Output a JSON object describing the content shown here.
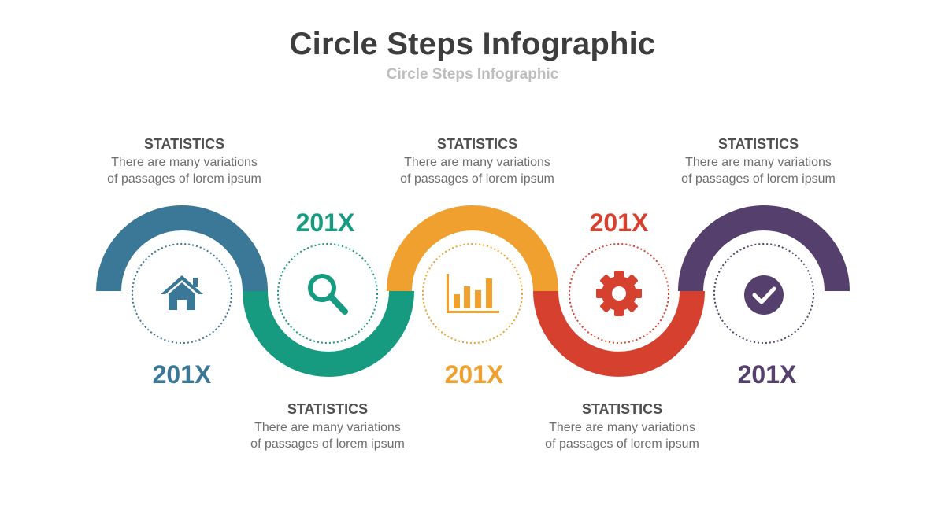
{
  "title": "Circle Steps Infographic",
  "subtitle": "Circle Steps Infographic",
  "colors": {
    "step1": "#3b7796",
    "step2": "#169b80",
    "step3": "#f0a02e",
    "step4": "#d6412f",
    "step5": "#553f6c"
  },
  "steps": [
    {
      "icon": "home-icon",
      "year": "201X",
      "heading": "STATISTICS",
      "line1": "There are many variations",
      "line2": "of passages of lorem ipsum"
    },
    {
      "icon": "search-icon",
      "year": "201X",
      "heading": "STATISTICS",
      "line1": "There are many variations",
      "line2": "of passages of lorem ipsum"
    },
    {
      "icon": "bar-chart-icon",
      "year": "201X",
      "heading": "STATISTICS",
      "line1": "There are many variations",
      "line2": "of passages of lorem ipsum"
    },
    {
      "icon": "gear-icon",
      "year": "201X",
      "heading": "STATISTICS",
      "line1": "There are many variations",
      "line2": "of passages of lorem ipsum"
    },
    {
      "icon": "check-circle-icon",
      "year": "201X",
      "heading": "STATISTICS",
      "line1": "There are many variations",
      "line2": "of passages of lorem ipsum"
    }
  ]
}
